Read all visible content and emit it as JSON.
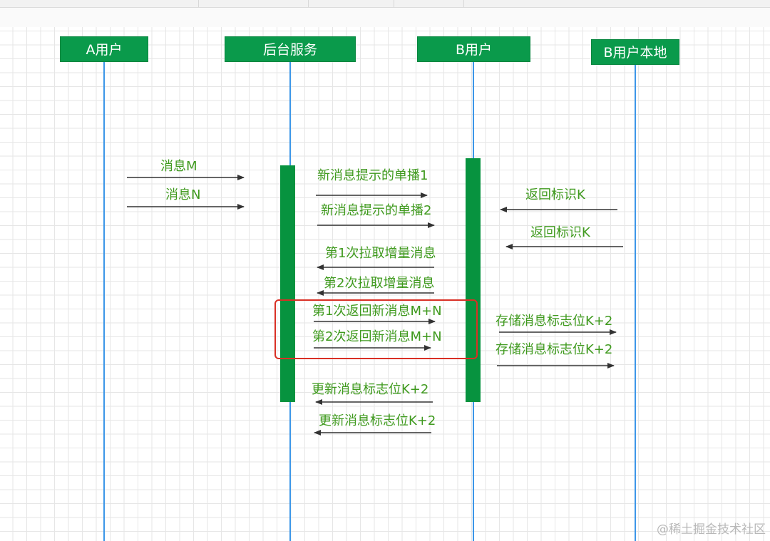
{
  "participants": [
    {
      "id": "a",
      "label": "A用户"
    },
    {
      "id": "srv",
      "label": "后台服务"
    },
    {
      "id": "b",
      "label": "B用户"
    },
    {
      "id": "bl",
      "label": "B用户本地"
    }
  ],
  "messages": {
    "a_msg_m": "消息M",
    "a_msg_n": "消息N",
    "notify_1": "新消息提示的单播1",
    "notify_2": "新消息提示的单播2",
    "pull_1": "第1次拉取增量消息",
    "pull_2": "第2次拉取增量消息",
    "return_1": "第1次返回新消息M+N",
    "return_2": "第2次返回新消息M+N",
    "update_1": "更新消息标志位K+2",
    "update_2": "更新消息标志位K+2",
    "local_return_1": "返回标识K",
    "local_return_2": "返回标识K",
    "store_1": "存储消息标志位K+2",
    "store_2": "存储消息标志位K+2"
  },
  "colors": {
    "participant_fill": "#0a9a4b",
    "lifeline": "#3c96e8",
    "activation": "#07933f",
    "label_text": "#3f9a1e",
    "arrow": "#333333",
    "highlight_border": "#d93025"
  },
  "watermark": "@稀土掘金技术社区"
}
